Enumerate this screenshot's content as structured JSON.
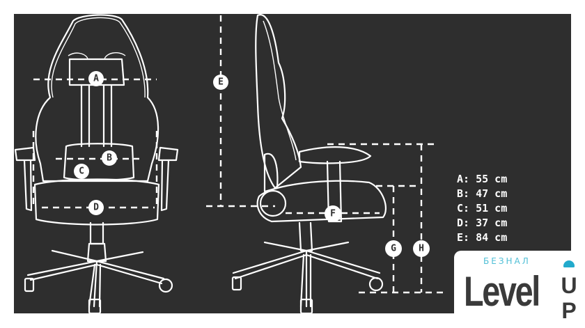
{
  "labels": {
    "a": "A",
    "b": "B",
    "c": "C",
    "d": "D",
    "e": "E",
    "f": "F",
    "g": "G",
    "h": "H"
  },
  "dimensions": [
    "A: 55 cm",
    "B: 47 cm",
    "C: 51 cm",
    "D: 37 cm",
    "E: 84 cm"
  ],
  "logo": {
    "subtitle": "БЕЗНАЛ",
    "main": "Level",
    "up1": "U",
    "up2": "P",
    "accent": "#22aacc"
  },
  "colors": {
    "background": "#2e2e2e",
    "lines": "#ffffff"
  }
}
